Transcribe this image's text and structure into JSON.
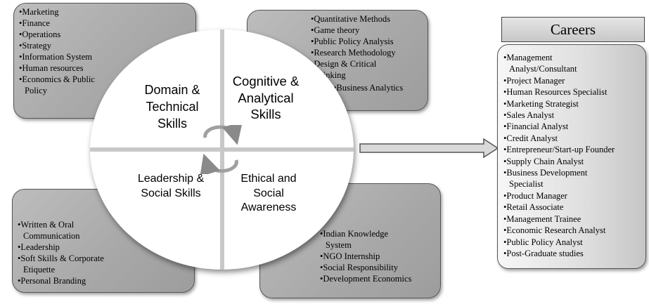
{
  "domain_tech": {
    "items": [
      "Marketing",
      "Finance",
      "Operations",
      "Strategy",
      "Information System",
      "Human resources",
      "Economics & Public Policy"
    ]
  },
  "cognitive": {
    "items": [
      "Quantitative Methods",
      "Game theory",
      "Public Policy Analysis",
      "Research Methodology",
      "Design & Critical thinking"
    ],
    "sub_item": "Business Analytics"
  },
  "leadership": {
    "items": [
      "Written & Oral Communication",
      "Leadership",
      "Soft Skills & Corporate Etiquette",
      "Personal Branding"
    ]
  },
  "ethical": {
    "items": [
      "Indian Knowledge System",
      "NGO Internship",
      "Social Responsibility",
      "Development Economics"
    ]
  },
  "quadrants": {
    "domain": "Domain & Technical Skills",
    "cognitive": "Cognitive & Analytical Skills",
    "leadership": "Leadership & Social Skills",
    "ethical": "Ethical and Social Awareness"
  },
  "careers": {
    "title": "Careers",
    "items": [
      "Management Analyst/Consultant",
      "Project Manager",
      "Human Resources Specialist",
      "Marketing Strategist",
      "Sales Analyst",
      "Financial Analyst",
      "Credit Analyst",
      "Entrepreneur/Start-up Founder",
      "Supply Chain Analyst",
      "Business Development Specialist",
      "Product Manager",
      "Retail Associate",
      "Management Trainee",
      "Economic Research Analyst",
      "Public Policy Analyst",
      "Post-Graduate studies"
    ]
  },
  "colors": {
    "box_fill": "#a9a9a9",
    "circle_fill": "#ffffff",
    "divider": "#c8c8c8",
    "arrow_fill": "#d9d9d9"
  }
}
